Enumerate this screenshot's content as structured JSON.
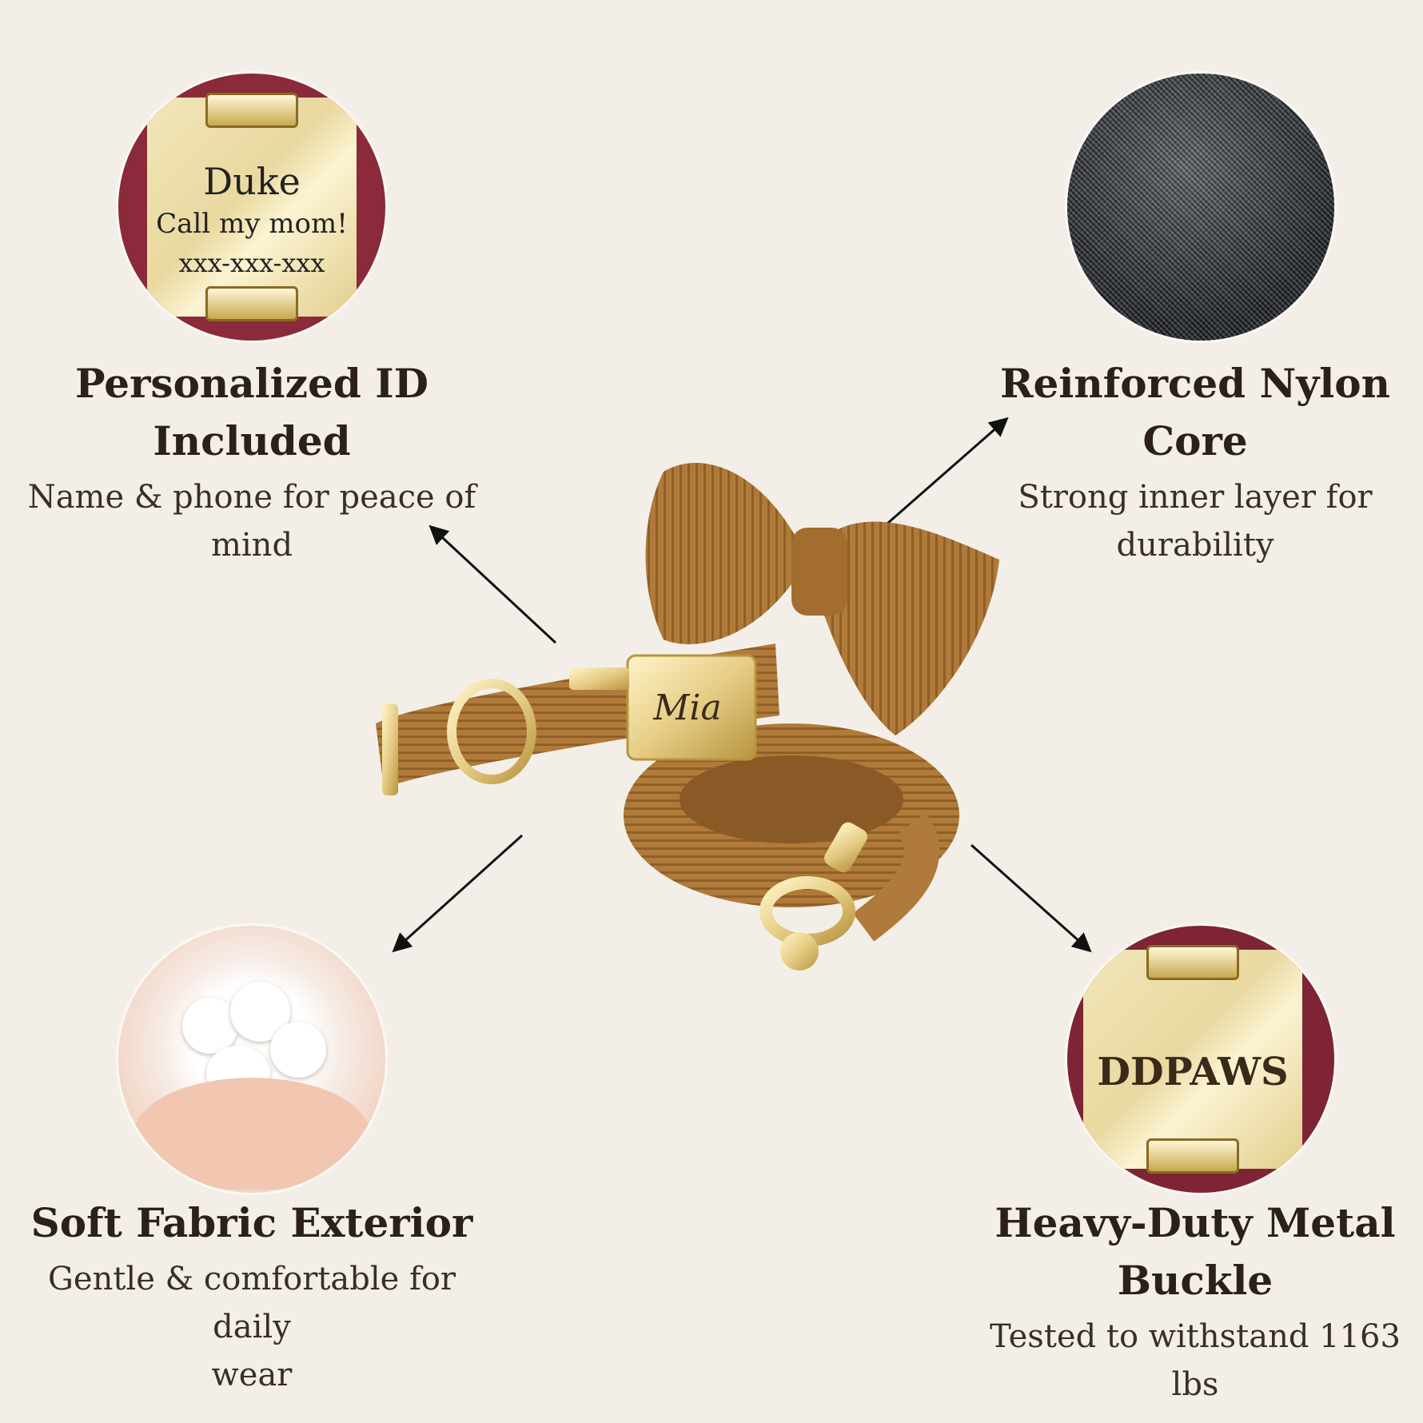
{
  "features": {
    "id": {
      "title_line1": "Personalized ID",
      "title_line2": "Included",
      "desc_line1": "Name & phone for peace of",
      "desc_line2": "mind",
      "tag_name": "Duke",
      "tag_line": "Call my mom!",
      "tag_phone": "xxx-xxx-xxx"
    },
    "nylon": {
      "title": "Reinforced Nylon Core",
      "desc_line1": "Strong inner layer for",
      "desc_line2": "durability"
    },
    "fabric": {
      "title": "Soft Fabric Exterior",
      "desc_line1": "Gentle & comfortable for daily",
      "desc_line2": "wear"
    },
    "buckle": {
      "title_line1": "Heavy-Duty Metal",
      "title_line2": "Buckle",
      "desc": "Tested to withstand 1163 lbs",
      "engraving": "DDPAWS"
    }
  },
  "product": {
    "buckle_engraving": "Mia",
    "main_color": "#b07a3a",
    "gold_color": "#e6cd86"
  }
}
